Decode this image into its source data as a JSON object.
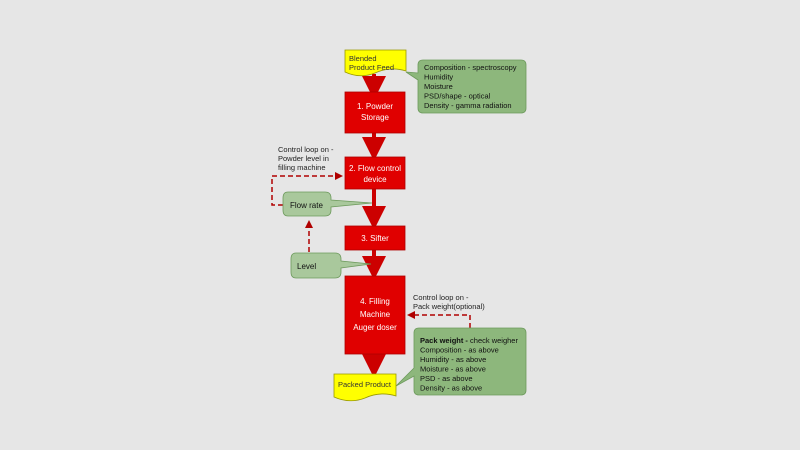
{
  "colors": {
    "background": "#e6e6e6",
    "process_fill": "#e00000",
    "process_text": "#ffffff",
    "arrow": "#cc0000",
    "terminal_fill": "#ffff00",
    "callout_fill": "#8db77c",
    "callout_light": "#a9c89c",
    "callout_stroke": "#6d9a5c",
    "control_line": "#b00000"
  },
  "terminals": {
    "feed": [
      "Blended",
      "Product Feed"
    ],
    "packed": "Packed Product"
  },
  "steps": {
    "storage": [
      "1. Powder",
      "Storage"
    ],
    "flow_control": [
      "2. Flow control",
      "device"
    ],
    "sifter": "3. Sifter",
    "filling": [
      "4. Filling",
      "Machine",
      "Auger doser"
    ]
  },
  "callouts": {
    "feed_measurements": [
      "Composition - spectroscopy",
      "Humidity",
      "Moisture",
      "PSD/shape - optical",
      "Density - gamma radiation"
    ],
    "flow_rate": "Flow rate",
    "level": "Level",
    "pack": {
      "title_bold": "Pack weight -",
      "title_rest": " check weigher",
      "lines": [
        "Composition - as above",
        "Humidity - as above",
        "Moisture - as above",
        "PSD - as above",
        "Density - as above"
      ]
    }
  },
  "control_loops": {
    "powder_level": [
      "Control loop on -",
      "Powder level in",
      "filling machine"
    ],
    "pack_weight": [
      "Control loop on -",
      "Pack weight(optional)"
    ]
  }
}
